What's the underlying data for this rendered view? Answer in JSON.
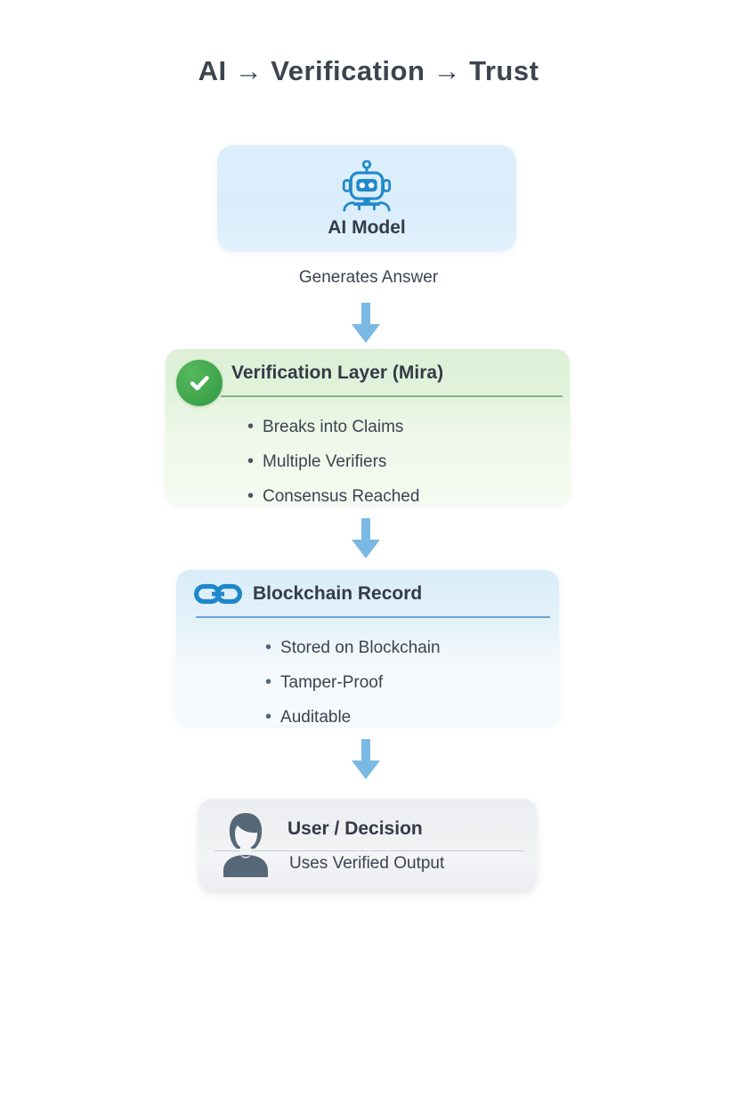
{
  "title": "AI → Verification → Trust",
  "flow": {
    "ai_node": {
      "icon": "robot-icon",
      "label": "AI Model"
    },
    "edge_labels": {
      "ai_to_verification": "Generates Answer"
    },
    "verification_node": {
      "icon": "check-circle-icon",
      "title": "Verification Layer (Mira)",
      "bullets": [
        "Breaks into Claims",
        "Multiple Verifiers",
        "Consensus Reached"
      ]
    },
    "blockchain_node": {
      "icon": "chain-link-icon",
      "title": "Blockchain Record",
      "bullets": [
        "Stored on Blockchain",
        "Tamper-Proof",
        "Auditable"
      ]
    },
    "user_node": {
      "icon": "user-avatar-icon",
      "title": "User / Decision",
      "subtitle": "Uses Verified Output"
    },
    "arrows": [
      {
        "name": "arrow-ai-to-verification",
        "direction": "down"
      },
      {
        "name": "arrow-verification-to-blockchain",
        "direction": "down"
      },
      {
        "name": "arrow-blockchain-to-user",
        "direction": "down"
      }
    ]
  },
  "colors": {
    "background": "#ffffff",
    "title_text": "#3d4450",
    "ai_card_fill": "#ddeffc",
    "ai_icon": "#2289cc",
    "verification_card_fill": "#ddf0d6",
    "verification_accent": "#3da34a",
    "verification_divider": "#7ab97c",
    "blockchain_card_fill": "#d9ecf8",
    "blockchain_icon": "#1e87c9",
    "blockchain_divider": "#6ba8d8",
    "user_card_fill": "#eceef1",
    "user_icon": "#566878",
    "arrow_fill": "#7ab9e3",
    "body_text": "#3c4350"
  },
  "bullet_glyph": "•"
}
